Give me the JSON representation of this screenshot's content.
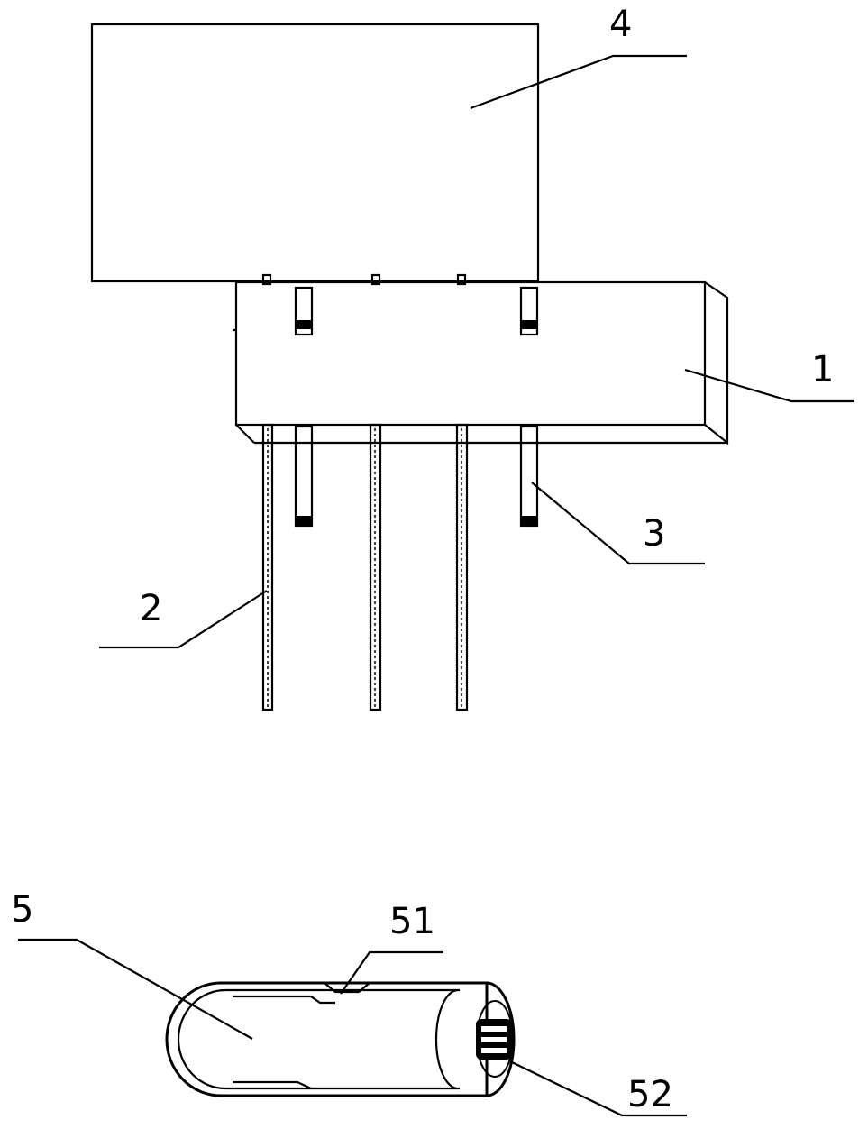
{
  "figure": {
    "labels": {
      "component_1": "1",
      "component_2": "2",
      "component_3": "3",
      "component_4": "4",
      "component_5": "5",
      "component_51": "51",
      "component_52": "52"
    }
  }
}
